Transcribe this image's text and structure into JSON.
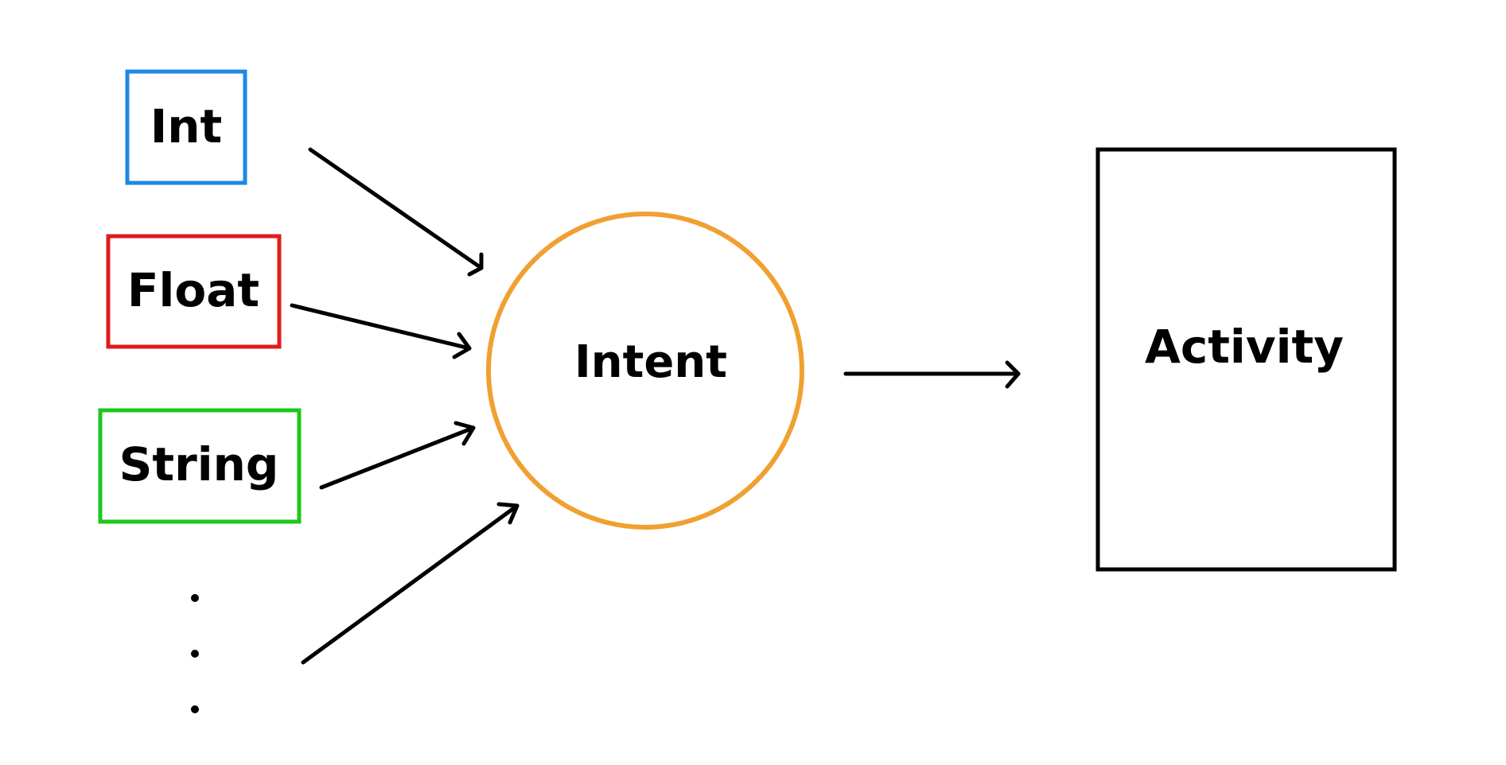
{
  "inputs": [
    {
      "label": "Int",
      "color": "#1E88E5"
    },
    {
      "label": "Float",
      "color": "#E01B1B"
    },
    {
      "label": "String",
      "color": "#1DC71D"
    }
  ],
  "center": {
    "label": "Intent",
    "color": "#F0A030"
  },
  "target": {
    "label": "Activity",
    "color": "#000000"
  },
  "ellipsis": "⋮"
}
